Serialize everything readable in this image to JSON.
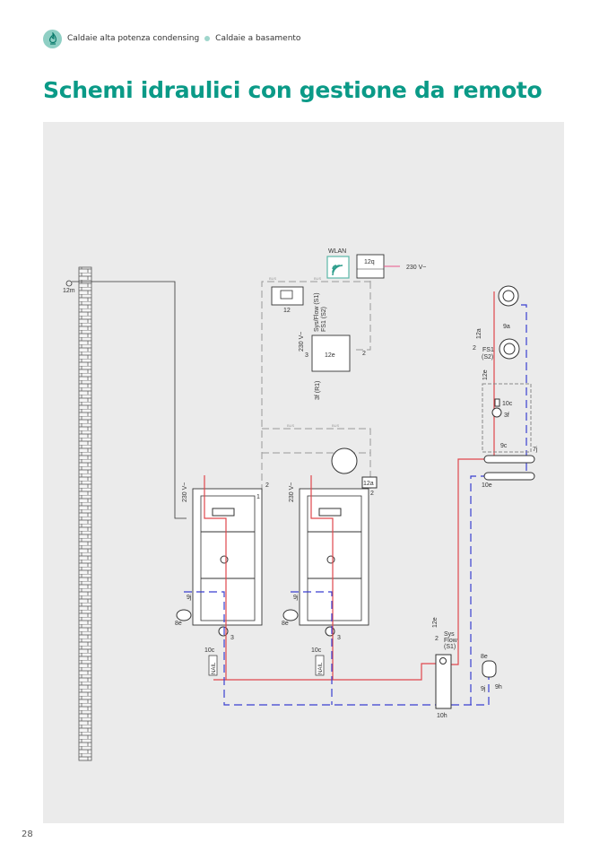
{
  "breadcrumb": {
    "section": "Caldaie alta potenza condensing",
    "subsection": "Caldaie a basamento"
  },
  "title": "Schemi idraulici con gestione da remoto",
  "page_number": "28",
  "colors": {
    "accent": "#0a9a87",
    "flow": "#e0474c",
    "return": "#3a3fd0",
    "power": "#e8548a"
  },
  "diagram": {
    "chimney_sensor": "12m",
    "wlan": "WLAN",
    "gateway": "12q",
    "power_230": "230 V~",
    "controller": "12",
    "module": "12e",
    "sys_flow_s1": "Sys/Flow (S1)",
    "fs1_s2": "FS1 (S2)",
    "outdoor_r1": "3f (R1)",
    "bus": "BUS",
    "n2": "2",
    "n3": "3",
    "n1": "1",
    "rad_valve": "9a",
    "zone_sensor": "12e",
    "fs1": "FS1",
    "s2": "(S2)",
    "filter": "10c",
    "pump": "3f",
    "valve_9c": "9c",
    "group": "7j",
    "valve_10e": "10e",
    "vessel": "8e",
    "valve_9j": "9j",
    "valve_9h": "9h",
    "separator": "10h",
    "sys": "Sys",
    "flow": "Flow",
    "s1": "(S1)",
    "burner_ctrl": "12a",
    "nail": "NAIL",
    "b230": "230 V~"
  }
}
